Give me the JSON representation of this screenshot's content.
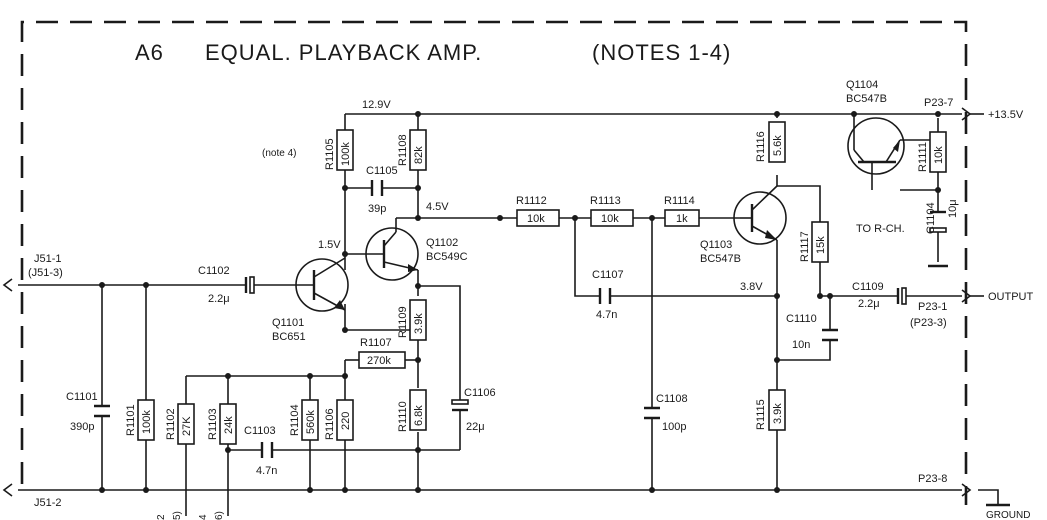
{
  "title": {
    "block": "A6",
    "name": "EQUAL. PLAYBACK AMP.",
    "notes": "(NOTES 1-4)"
  },
  "voltages": {
    "v129": "12.9V",
    "v45": "4.5V",
    "v15": "1.5V",
    "v38": "3.8V"
  },
  "note4": "(note 4)",
  "resistors": {
    "r1105": {
      "ref": "R1105",
      "val": "100k"
    },
    "r1108": {
      "ref": "R1108",
      "val": "82k"
    },
    "r1109": {
      "ref": "R1109",
      "val": "3.9k"
    },
    "r1107": {
      "ref": "R1107",
      "val": "270k"
    },
    "r1110": {
      "ref": "R1110",
      "val": "6.8k"
    },
    "r1112": {
      "ref": "R1112",
      "val": "10k"
    },
    "r1113": {
      "ref": "R1113",
      "val": "10k"
    },
    "r1114": {
      "ref": "R1114",
      "val": "1k"
    },
    "r1116": {
      "ref": "R1116",
      "val": "5.6k"
    },
    "r1117": {
      "ref": "R1117",
      "val": "15k"
    },
    "r1115": {
      "ref": "R1115",
      "val": "3.9k"
    },
    "r1111": {
      "ref": "R1111",
      "val": "10k"
    },
    "r1101": {
      "ref": "R1101",
      "val": "100k"
    },
    "r1102": {
      "ref": "R1102",
      "val": "27K"
    },
    "r1103": {
      "ref": "R1103",
      "val": "24k"
    },
    "r1104": {
      "ref": "R1104",
      "val": "560k"
    },
    "r1106": {
      "ref": "R1106",
      "val": "220"
    }
  },
  "capacitors": {
    "c1105": {
      "ref": "C1105",
      "val": "39p"
    },
    "c1102": {
      "ref": "C1102",
      "val": "2.2μ"
    },
    "c1101": {
      "ref": "C1101",
      "val": "390p"
    },
    "c1103": {
      "ref": "C1103",
      "val": "4.7n"
    },
    "c1106": {
      "ref": "C1106",
      "val": "22μ"
    },
    "c1107": {
      "ref": "C1107",
      "val": "4.7n"
    },
    "c1108": {
      "ref": "C1108",
      "val": "100p"
    },
    "c1110": {
      "ref": "C1110",
      "val": "10n"
    },
    "c1109": {
      "ref": "C1109",
      "val": "2.2μ"
    },
    "c1104": {
      "ref": "C1104",
      "val": "10μ"
    }
  },
  "transistors": {
    "q1101": {
      "ref": "Q1101",
      "type": "BC651"
    },
    "q1102": {
      "ref": "Q1102",
      "type": "BC549C"
    },
    "q1103": {
      "ref": "Q1103",
      "type": "BC547B"
    },
    "q1104": {
      "ref": "Q1104",
      "type": "BC547B"
    }
  },
  "connectors": {
    "j51_1": "J51-1",
    "j51_3": "(J51-3)",
    "j51_2": "J51-2",
    "p23_7": "P23-7",
    "supply": "+13.5V",
    "p23_1": "P23-1",
    "p23_3": "(P23-3)",
    "output": "OUTPUT",
    "p23_8": "P23-8",
    "ground": "GROUND",
    "to_rch": "TO R-CH."
  },
  "bottom_marks": {
    "a": "2",
    "b": "5)",
    "c": "4",
    "d": "6)"
  }
}
